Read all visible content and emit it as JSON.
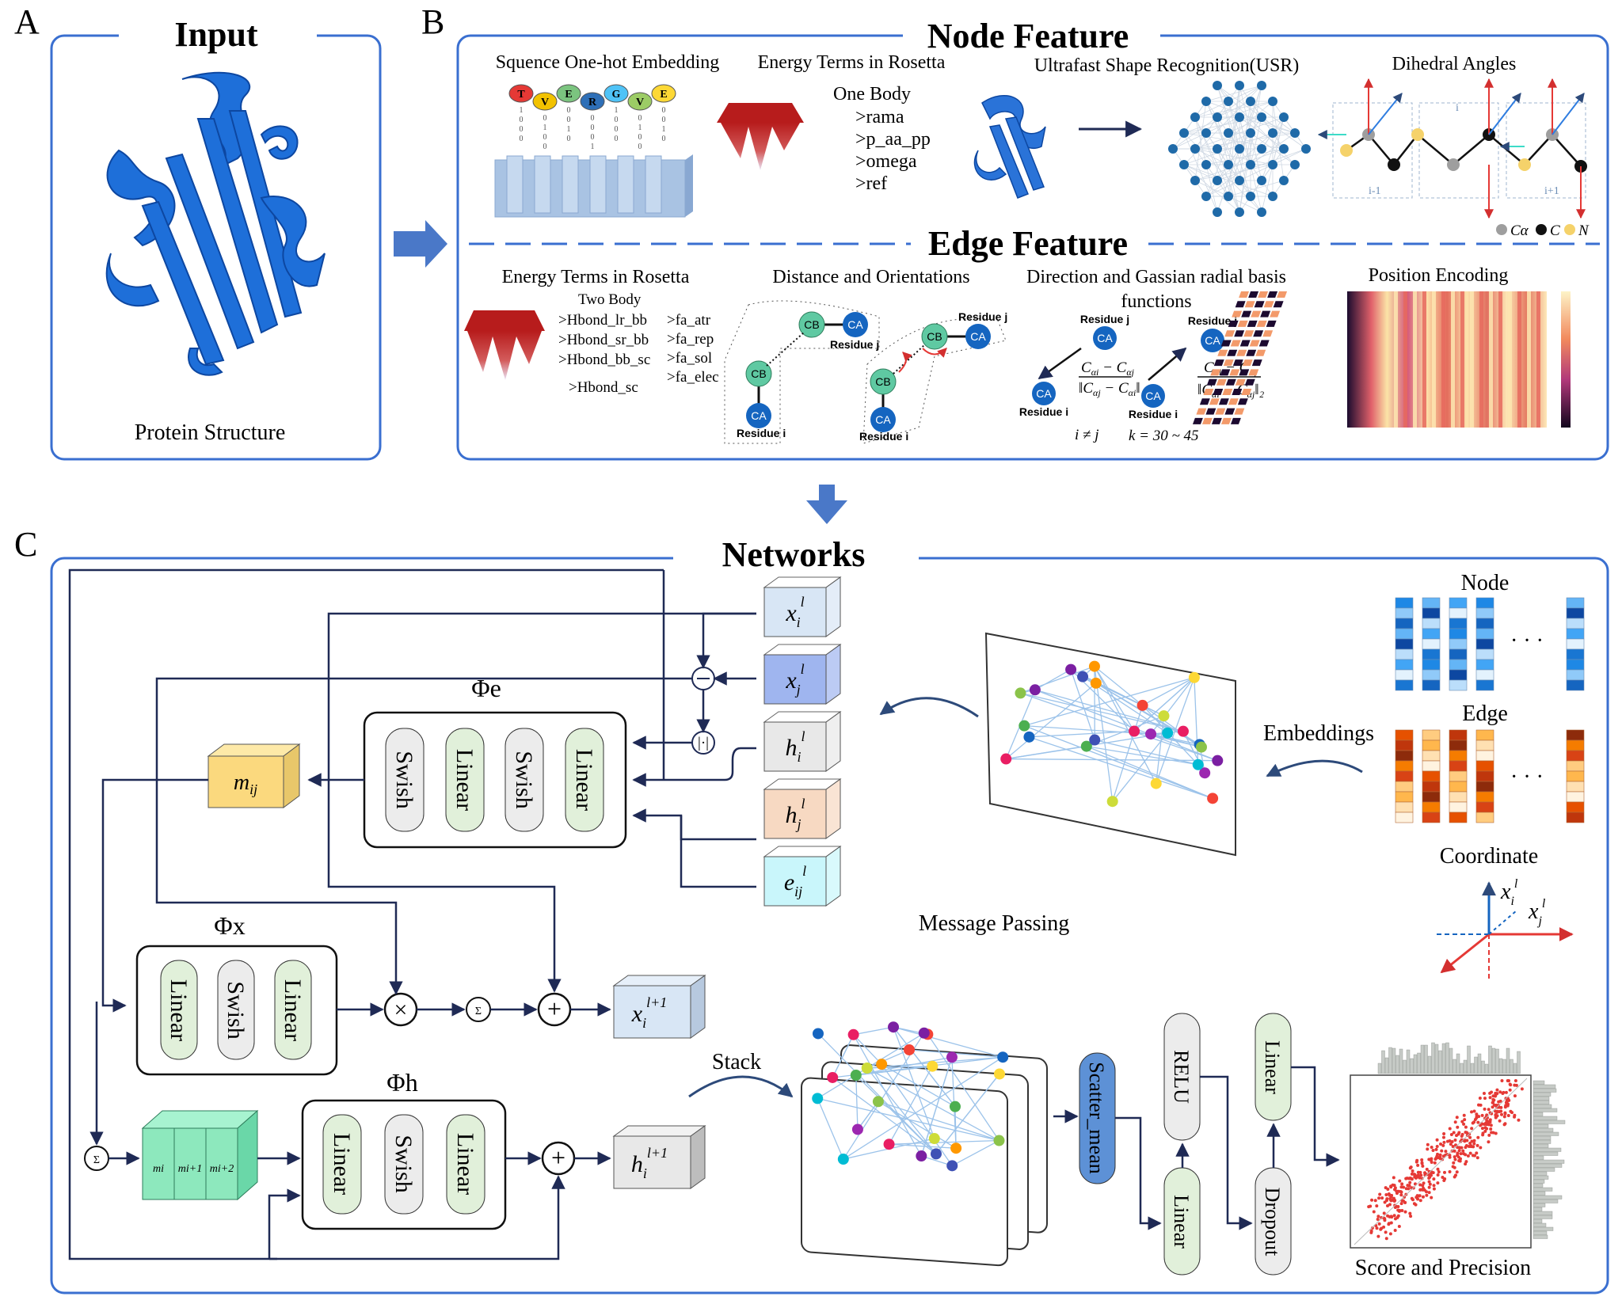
{
  "panels": {
    "a": {
      "letter": "A",
      "title": "Input",
      "caption": "Protein Structure"
    },
    "b": {
      "letter": "B",
      "node_title": "Node Feature",
      "edge_title": "Edge Feature",
      "onehot": {
        "label": "Squence One-hot Embedding",
        "letters": [
          "T",
          "V",
          "E",
          "R",
          "G",
          "V",
          "E"
        ],
        "colors": [
          "#e53935",
          "#f2c200",
          "#7bc47f",
          "#2e6fb7",
          "#4fc3f7",
          "#9ccc65",
          "#fdd835"
        ]
      },
      "energy1": {
        "label": "Energy Terms in Rosetta",
        "title": "One Body",
        "terms": [
          ">rama",
          ">p_aa_pp",
          ">omega",
          ">ref"
        ]
      },
      "usr": {
        "label": "Ultrafast Shape Recognition(USR)"
      },
      "dihedral": {
        "label": "Dihedral Angles",
        "legend": [
          "Cα",
          "C",
          "N"
        ],
        "legend_colors": [
          "#9e9e9e",
          "#111111",
          "#f5d26a"
        ],
        "residue_labels": [
          "i-1",
          "i",
          "i+1"
        ]
      },
      "energy2": {
        "label": "Energy Terms in Rosetta",
        "title": "Two Body",
        "terms_left": [
          ">Hbond_lr_bb",
          ">Hbond_sr_bb",
          ">Hbond_bb_sc",
          ">Hbond_sc"
        ],
        "terms_right": [
          ">fa_atr",
          ">fa_rep",
          ">fa_sol",
          ">fa_elec"
        ]
      },
      "distance": {
        "label": "Distance and Orientations",
        "residue_i": "Residue i",
        "residue_j": "Residue j",
        "cb": "CB",
        "ca": "CA"
      },
      "direction": {
        "label_line1": "Direction and Gassian radial basis",
        "label_line2": "functions",
        "residue_i": "Residue i",
        "residue_j": "Residue j",
        "cond1": "i ≠ j",
        "cond2": "k = 30 ~ 45"
      },
      "position": {
        "label": "Position Encoding"
      }
    },
    "c": {
      "letter": "C",
      "title": "Networks",
      "phi_e": "Φe",
      "phi_x": "Φx",
      "phi_h": "Φh",
      "linear": "Linear",
      "swish": "Swish",
      "m_ij": "mij",
      "inputs": [
        {
          "name": "x_i",
          "label": "x",
          "sub": "i",
          "sup": "l",
          "color": "#d8e6f5"
        },
        {
          "name": "x_j",
          "label": "x",
          "sub": "j",
          "sup": "l",
          "color": "#9fb5ef"
        },
        {
          "name": "h_i",
          "label": "h",
          "sub": "i",
          "sup": "l",
          "color": "#e8e8e8"
        },
        {
          "name": "h_j",
          "label": "h",
          "sub": "j",
          "sup": "l",
          "color": "#f7d9c2"
        },
        {
          "name": "e_ij",
          "label": "e",
          "sub": "ij",
          "sup": "l",
          "color": "#c9f6fb"
        }
      ],
      "out_x": {
        "label": "x",
        "sub": "i",
        "sup": "l+1"
      },
      "out_h": {
        "label": "h",
        "sub": "i",
        "sup": "l+1"
      },
      "m_stack": [
        "mi",
        "mi+1",
        "mi+2"
      ],
      "message_passing": "Message Passing",
      "embeddings": "Embeddings",
      "node": "Node",
      "edge": "Edge",
      "coordinate": "Coordinate",
      "dots": "· · ·",
      "stack": "Stack",
      "scatter_mean": "Scatter_mean",
      "relu": "RELU",
      "dropout": "Dropout",
      "score": "Score and Precision"
    }
  }
}
